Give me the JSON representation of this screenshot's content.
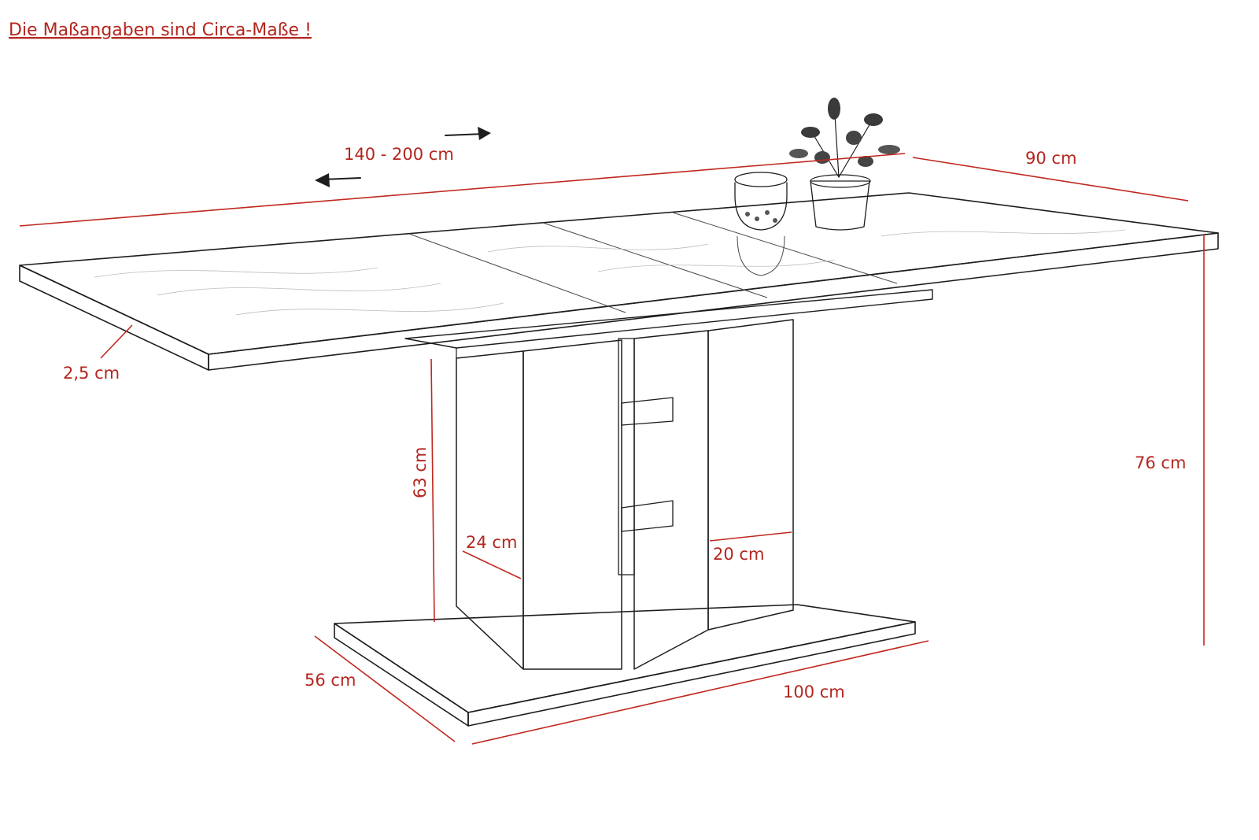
{
  "note": "Die Maßangaben sind Circa-Maße !",
  "dimensions": {
    "length": "140 - 200 cm",
    "depth": "90 cm",
    "top_thickness": "2,5 cm",
    "height": "76 cm",
    "column_height": "63 cm",
    "column_left_depth": "24 cm",
    "column_right_depth": "20 cm",
    "base_depth": "56 cm",
    "base_width": "100 cm"
  },
  "colors": {
    "dimension_lines": "#c0281f",
    "label_text": "#b3261e",
    "sketch_ink": "#1d1d1d"
  }
}
